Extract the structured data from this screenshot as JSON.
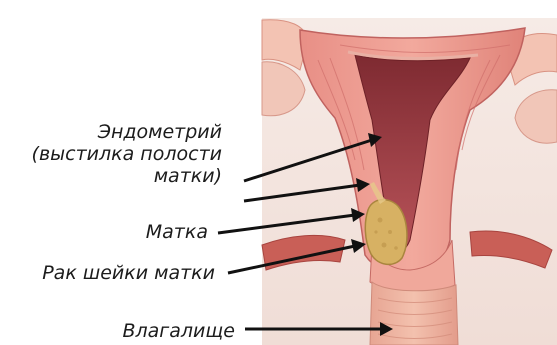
{
  "labels": {
    "endometrium": {
      "line1": "Эндометрий",
      "line2": "(выстилка полости",
      "line3": "матки)"
    },
    "uterus": "Матка",
    "cervical_cancer": "Рак шейки матки",
    "vagina": "Влагалище"
  },
  "colors": {
    "tissue_outer": "#f2b9a8",
    "tissue_mid": "#e08a80",
    "tissue_dark": "#c9626a",
    "cavity": "#9c3a3f",
    "tumor": "#d9b56a",
    "arrow": "#111111"
  }
}
